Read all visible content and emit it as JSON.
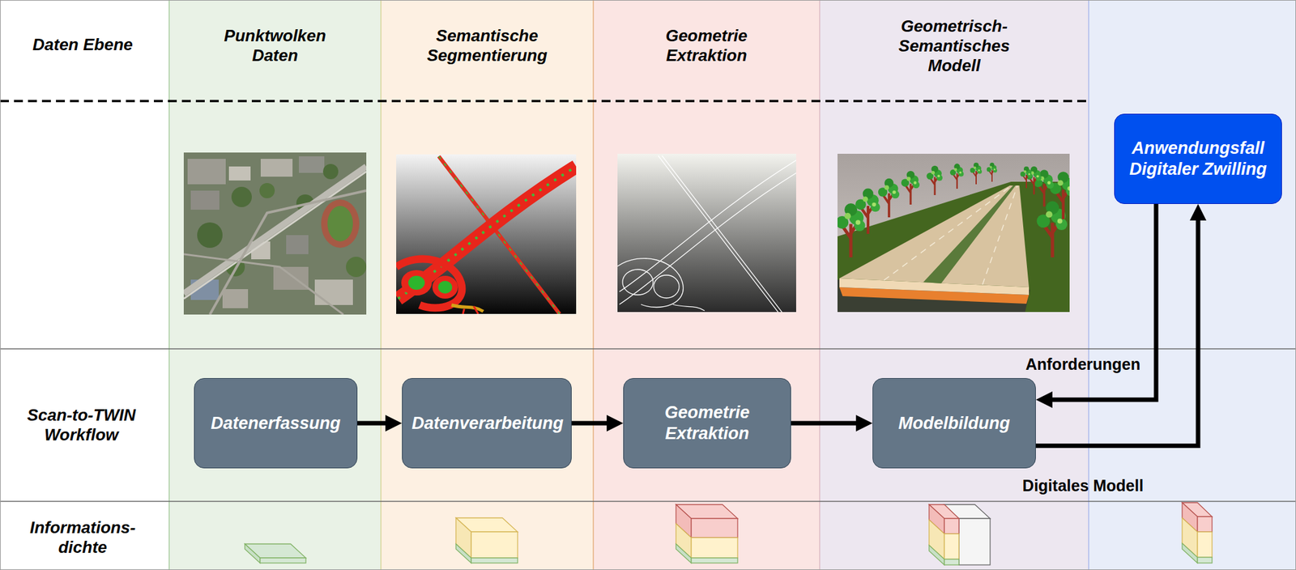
{
  "diagram": {
    "nodes": [
      {
        "text": [
          "Punktwolken Daten"
        ]
      },
      {
        "text": [
          "Semantische Segmentierung"
        ]
      },
      {
        "text": [
          "Geometrie Extraktion"
        ]
      },
      {
        "text": [
          "Geometrisch- Semantisches Modell"
        ]
      },
      {
        "text": [
          "Anwendungsfall Digitaler Zwilling"
        ]
      },
      {
        "text": [
          "Datenerfassung"
        ],
        "in": 0
      },
      {
        "text": [
          "Datenverarbeitung"
        ],
        "in": 1
      },
      {
        "text": [
          "Geometrie Extraktion"
        ],
        "in": 2
      },
      {
        "text": [
          "Modelbildung"
        ],
        "in": 3
      }
    ],
    "edges": [
      {
        "from": 5,
        "to": 6,
        "arrow": "to"
      },
      {
        "from": 6,
        "to": 7,
        "arrow": "to"
      },
      {
        "from": 7,
        "to": 8,
        "arrow": "to"
      },
      {
        "from": 4,
        "to": 8,
        "label": "Anforderungen",
        "arrow": "to"
      },
      {
        "from": 8,
        "to": 4,
        "label": "Digitales Modell",
        "arrow": "to"
      }
    ],
    "labels": [
      "Daten Ebene",
      "Scan-to-TWIN Workflow",
      "Informations- dichte"
    ]
  }
}
